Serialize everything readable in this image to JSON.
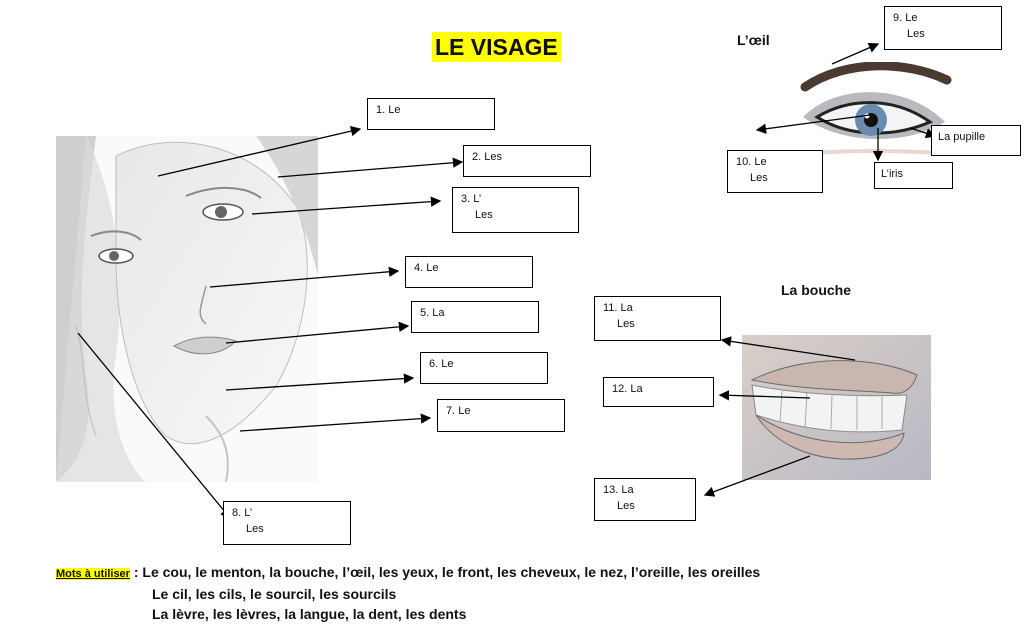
{
  "title": "LE VISAGE",
  "eye_heading": "L’œil",
  "mouth_heading": "La bouche",
  "face_labels": [
    {
      "n": "1. Le",
      "l2": ""
    },
    {
      "n": "2. Les",
      "l2": ""
    },
    {
      "n": "3. L’",
      "l2": "Les"
    },
    {
      "n": "4. Le",
      "l2": ""
    },
    {
      "n": "5. La",
      "l2": ""
    },
    {
      "n": "6. Le",
      "l2": ""
    },
    {
      "n": "7. Le",
      "l2": ""
    },
    {
      "n": "8. L’",
      "l2": "Les"
    }
  ],
  "eye_labels": [
    {
      "n": "9. Le",
      "l2": "Les"
    },
    {
      "n": "10. Le",
      "l2": "Les"
    },
    {
      "n": "La pupille",
      "l2": ""
    },
    {
      "n": "L’iris",
      "l2": ""
    }
  ],
  "mouth_labels": [
    {
      "n": "11. La",
      "l2": "Les"
    },
    {
      "n": "12. La",
      "l2": ""
    },
    {
      "n": "13. La",
      "l2": "Les"
    }
  ],
  "words": {
    "label": "Mots à utiliser",
    "sep": " :",
    "line1": "Le cou, le menton, la bouche, l’œil, les yeux, le front, les cheveux, le nez, l’oreille, les oreilles",
    "line2": "Le cil, les cils, le sourcil, les sourcils",
    "line3": "La lèvre, les lèvres, la langue, la dent, les dents"
  }
}
